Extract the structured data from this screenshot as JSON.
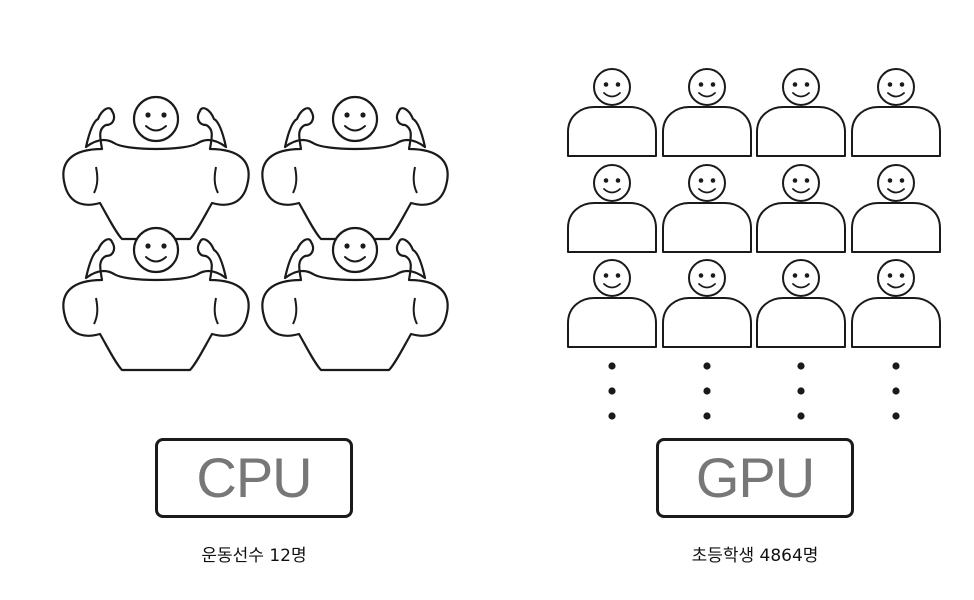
{
  "left_panel": {
    "label": "CPU",
    "caption": "운동선수 12명",
    "figure_icon": "muscular-person-icon",
    "figure_count": 4
  },
  "right_panel": {
    "label": "GPU",
    "caption": "초등학생 4864명",
    "figure_icon": "person-icon",
    "grid_rows": 3,
    "grid_cols": 4,
    "continuation_icon": "vertical-ellipsis-icon"
  },
  "colors": {
    "outline": "#1a1a1a",
    "label_text": "#777777",
    "background": "#ffffff"
  }
}
